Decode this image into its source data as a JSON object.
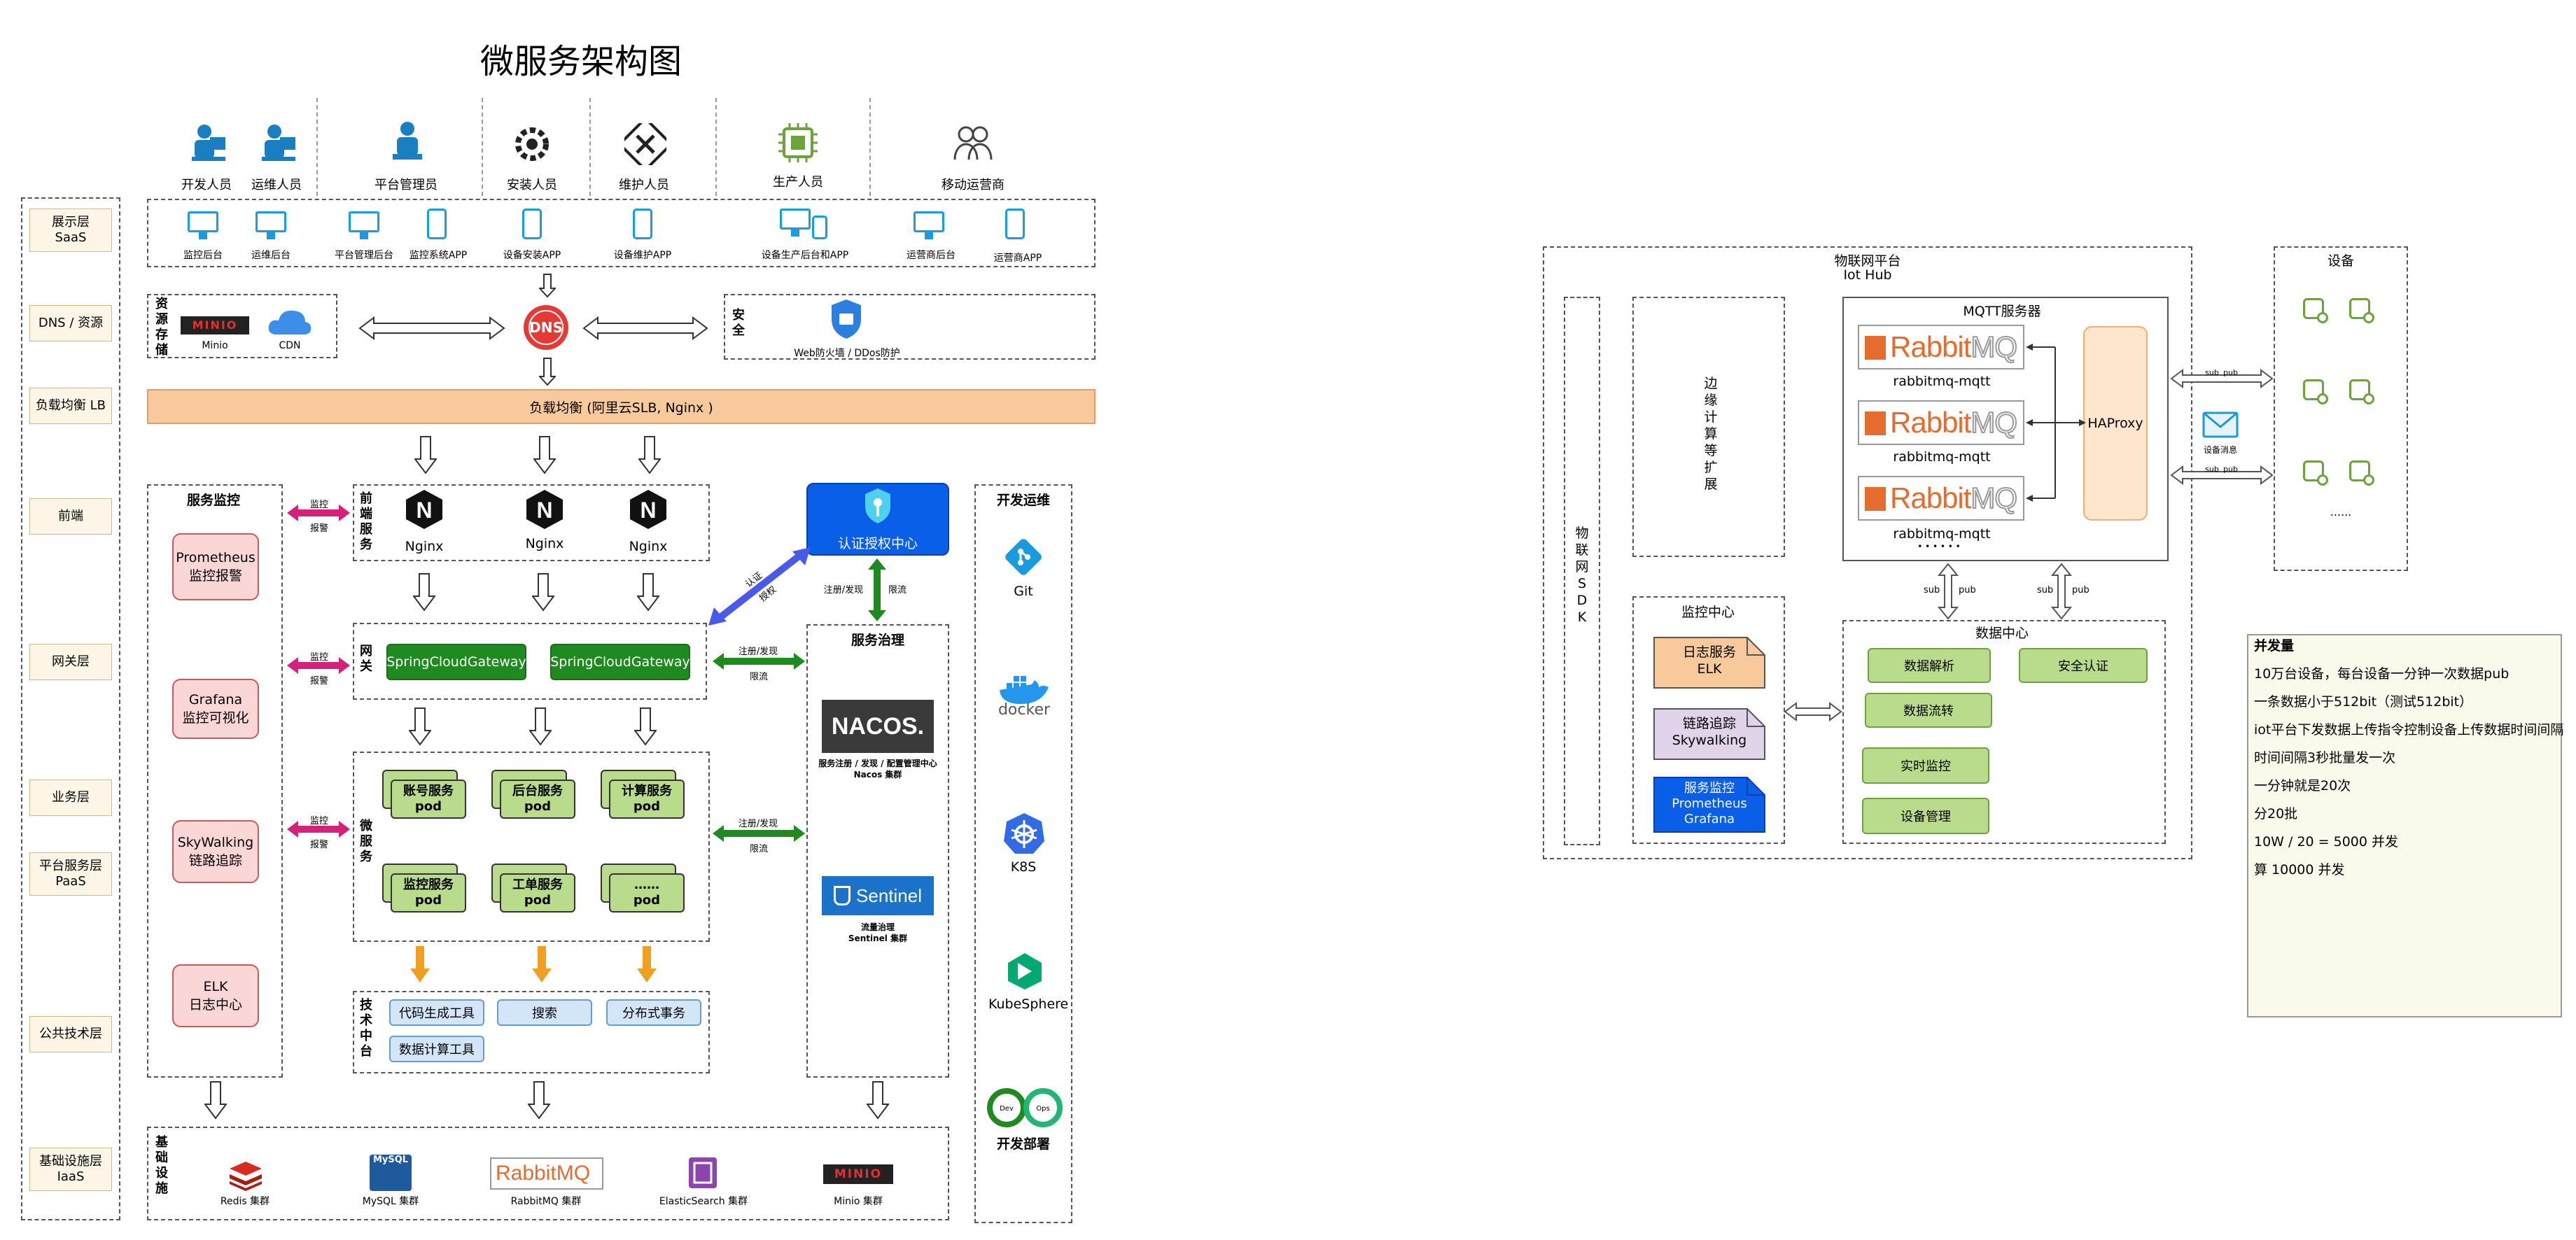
{
  "left": {
    "title": "微服务架构图",
    "roles": [
      "开发人员",
      "运维人员",
      "平台管理员",
      "安装人员",
      "维护人员",
      "生产人员",
      "移动运营商"
    ],
    "apps": [
      "监控后台",
      "运维后台",
      "平台管理后台",
      "监控系统APP",
      "设备安装APP",
      "设备维护APP",
      "设备生产后台和APP",
      "运营商后台",
      "运营商APP"
    ],
    "layers": [
      "展示层\nSaaS",
      "DNS / 资源",
      "负载均衡 LB",
      "前端",
      "网关层",
      "业务层",
      "平台服务层\nPaaS",
      "公共技术层",
      "基础设施层\nIaaS"
    ],
    "storage": {
      "title": "资源存储",
      "minio": "Minio",
      "cdn": "CDN",
      "minio_logo": "MINIO"
    },
    "dns": "DNS",
    "security": {
      "title": "安全",
      "desc": "Web防火墙 / DDos防护"
    },
    "lb": "负载均衡 (阿里云SLB, Nginx )",
    "frontend": {
      "title": "前端服务",
      "nginx": [
        "Nginx",
        "Nginx",
        "Nginx"
      ],
      "letter": "N"
    },
    "gateway": {
      "title": "网关",
      "items": [
        "SpringCloudGateway",
        "SpringCloudGateway"
      ]
    },
    "micro": {
      "title": "微服务",
      "pods": [
        [
          "账号服务",
          "pod"
        ],
        [
          "后台服务",
          "pod"
        ],
        [
          "计算服务",
          "pod"
        ],
        [
          "监控服务",
          "pod"
        ],
        [
          "工单服务",
          "pod"
        ],
        [
          "……",
          "pod"
        ]
      ]
    },
    "tech": {
      "title": "技术中台",
      "items": [
        "代码生成工具",
        "搜索",
        "分布式事务",
        "数据计算工具"
      ]
    },
    "infra": {
      "title": "基础设施",
      "items": [
        "Redis 集群",
        "MySQL 集群",
        "RabbitMQ 集群",
        "ElasticSearch 集群",
        "Minio 集群"
      ],
      "mysql_logo": "MySQL",
      "rmq_logo": "RabbitMQ",
      "minio_logo": "MINIO"
    },
    "monitor": {
      "title": "服务监控",
      "items": [
        [
          "Prometheus",
          "监控报警"
        ],
        [
          "Grafana",
          "监控可视化"
        ],
        [
          "SkyWalking",
          "链路追踪"
        ],
        [
          "ELK",
          "日志中心"
        ]
      ]
    },
    "arrow_labels": {
      "monitor": "监控",
      "alarm": "报警",
      "register": "注册/发现",
      "limit": "限流",
      "auth": "认证",
      "authorize": "授权"
    },
    "auth": "认证授权中心",
    "governance": {
      "title": "服务治理",
      "nacos": "NACOS.",
      "nacos_desc": [
        "服务注册 / 发现 / 配置管理中心",
        "Nacos 集群"
      ],
      "sentinel": "Sentinel",
      "sentinel_desc": [
        "流量治理",
        "Sentinel 集群"
      ]
    },
    "devops": {
      "title": "开发运维",
      "items": [
        "Git",
        "docker",
        "K8S",
        "KubeSphere"
      ],
      "deploy": "开发部署",
      "deploy_badges": [
        "Dev",
        "Ops"
      ]
    }
  },
  "right": {
    "platform_title": [
      "物联网平台",
      "Iot Hub"
    ],
    "sdk": "物联网SDK",
    "edge": "边缘计算等扩展",
    "mqtt": {
      "title": "MQTT服务器",
      "nodes": [
        "rabbitmq-mqtt",
        "rabbitmq-mqtt",
        "rabbitmq-mqtt"
      ],
      "dots": "• • • • • •",
      "haproxy": "HAProxy",
      "logo_a": "Rabbit",
      "logo_b": "MQ"
    },
    "monitor": {
      "title": "监控中心",
      "items": [
        [
          "日志服务",
          "ELK"
        ],
        [
          "链路追踪",
          "Skywalking"
        ],
        [
          "服务监控",
          "Prometheus",
          "Grafana"
        ]
      ]
    },
    "data": {
      "title": "数据中心",
      "items": [
        "数据解析",
        "安全认证",
        "数据流转",
        "实时监控",
        "设备管理"
      ]
    },
    "subpub": [
      "sub",
      "pub"
    ],
    "devices": {
      "title": "设备",
      "dots": "......",
      "msg": "设备消息"
    },
    "notes": {
      "title": "并发量",
      "lines": [
        "10万台设备，每台设备一分钟一次数据pub",
        "一条数据小于512bit（测试512bit）",
        "iot平台下发数据上传指令控制设备上传数据时间间隔",
        "时间间隔3秒批量发一次",
        "一分钟就是20次",
        "分20批",
        "10W / 20 = 5000 并发",
        "算 10000 并发"
      ]
    }
  },
  "colors": {
    "green": "#1f8a1f",
    "blue": "#0066ee",
    "orange": "#f0a020",
    "magenta": "#d6217a",
    "pod": "#b8dc8c"
  }
}
